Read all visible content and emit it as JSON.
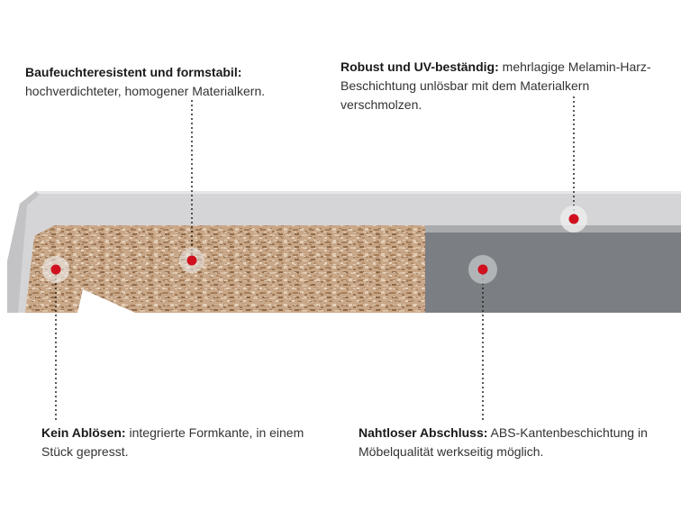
{
  "colors": {
    "coating_light": "#d6d6d8",
    "coating_edge": "#c4c4c6",
    "abs_edge": "#7b7f84",
    "chipboard": "#c9a98a",
    "marker": "#d0101e",
    "marker_halo": "#e9e9e9"
  },
  "annotations": {
    "top_left": {
      "title": "Baufeuchteresistent und formstabil:",
      "text": "hochverdichteter, homogener Materialkern."
    },
    "top_right": {
      "title": "Robust und UV-beständig:",
      "text": "mehrlagige Melamin-Harz-Beschichtung unlösbar mit dem Materialkern verschmolzen."
    },
    "bottom_left": {
      "title": "Kein Ablösen:",
      "text": "integrierte Formkante, in einem Stück gepresst."
    },
    "bottom_right": {
      "title": "Nahtloser Abschluss:",
      "text": "ABS-Kantenbeschichtung in Möbelqualität werkseitig möglich."
    }
  }
}
